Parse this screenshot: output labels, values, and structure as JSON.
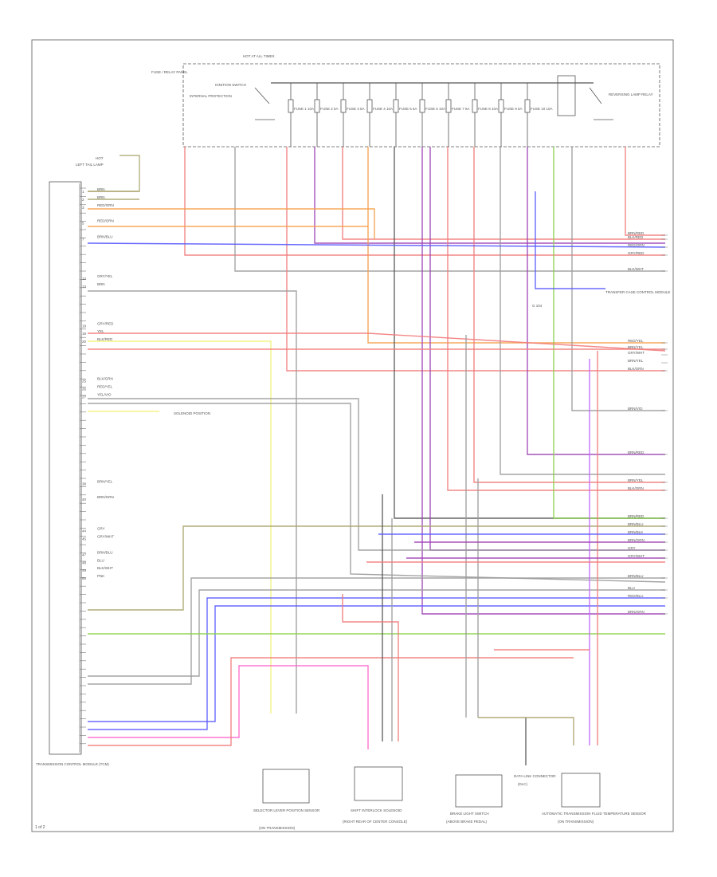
{
  "page": {
    "number": "1 of 2"
  },
  "fuse_block": {
    "title": "FUSE / RELAY PANEL",
    "header": "HOT AT ALL TIMES",
    "left_note": "INTERNAL PROTECTION",
    "relay_left": "IGNITION SWITCH",
    "relay_right": "REVERSING LAMP RELAY",
    "fuses": [
      "FUSE 1 10A",
      "FUSE 2 5A",
      "FUSE 3 5A",
      "FUSE 4 10A",
      "FUSE 5 5A",
      "FUSE 6 10A",
      "FUSE 7 5A",
      "FUSE 8 10A",
      "FUSE 9 5A",
      "FUSE 10 10A"
    ]
  },
  "lamp_connector": {
    "label": "LEFT TAIL LAMP",
    "sub": "HOT"
  },
  "module": {
    "label": "TRANSMISSION CONTROL MODULE (TCM)",
    "pin_count": 48
  },
  "left_wires": [
    {
      "pin": "1",
      "color": "BRN"
    },
    {
      "pin": "2",
      "color": "BRN"
    },
    {
      "pin": "3",
      "color": "RED/ORN"
    },
    {
      "pin": "5",
      "color": "RED/ORN"
    },
    {
      "pin": "7",
      "color": "BRN/BLU"
    },
    {
      "pin": "12",
      "color": "GRY/YEL"
    },
    {
      "pin": "13",
      "color": "BRN"
    },
    {
      "pin": "18",
      "color": "GRY/RED"
    },
    {
      "pin": "19",
      "color": "YEL"
    },
    {
      "pin": "20",
      "color": "BLK/RED"
    },
    {
      "pin": "25",
      "color": "BLK/GRN"
    },
    {
      "pin": "26",
      "color": "RED/YEL"
    },
    {
      "pin": "27",
      "color": "YEL/VIO"
    },
    {
      "pin": "38",
      "color": "BRN/YEL"
    },
    {
      "pin": "40",
      "color": "BRN/GRN"
    },
    {
      "pin": "44",
      "color": "GRY"
    },
    {
      "pin": "45",
      "color": "GRY/WHT"
    },
    {
      "pin": "47",
      "color": "BRN/BLU"
    },
    {
      "pin": "48",
      "color": "BLU"
    },
    {
      "pin": "49",
      "color": "BLK/WHT"
    },
    {
      "pin": "50",
      "color": "PNK"
    }
  ],
  "sensor_label": "SOLENOID POSITION",
  "right_wires": [
    {
      "color": "BRN/RED"
    },
    {
      "color": "BLK/RED"
    },
    {
      "color": "RED/ORN"
    },
    {
      "color": "GRY/RED"
    },
    {
      "color": "BLK/WHT"
    },
    {
      "color": "RED/YEL"
    },
    {
      "color": "BRN/YEL"
    },
    {
      "color": "GRY/WHT"
    },
    {
      "color": "BRN/YEL"
    },
    {
      "color": "BLK/GRN"
    },
    {
      "color": "BRN/VIO"
    },
    {
      "color": "BRN/RED"
    },
    {
      "color": "BRN/YEL"
    },
    {
      "color": "BLK/GRN"
    },
    {
      "color": "BRN/RED"
    },
    {
      "color": "BRN/BLU"
    },
    {
      "color": "BRN/BLK"
    },
    {
      "color": "BRN/GRN"
    },
    {
      "color": "GRY"
    },
    {
      "color": "GRY/WHT"
    },
    {
      "color": "BRN/BLU"
    },
    {
      "color": "BLU"
    },
    {
      "color": "RED/BLU"
    },
    {
      "color": "BRN/GRN"
    }
  ],
  "right_callout": "TRANSFER CASE CONTROL MODULE",
  "ground_note": "G 104",
  "components": [
    {
      "name": "SELECTOR LEVER POSITION SENSOR",
      "sub": "(ON TRANSMISSION)"
    },
    {
      "name": "SHIFT INTERLOCK SOLENOID",
      "sub": "(RIGHT REAR OF CENTER CONSOLE)"
    },
    {
      "name": "BRAKE LIGHT SWITCH",
      "sub": "(ABOVE BRAKE PEDAL)"
    },
    {
      "name": "DATA LINK CONNECTOR",
      "sub": "(DLC)"
    },
    {
      "name": "AUTOMATIC TRANSMISSION FLUID TEMPERATURE SENSOR",
      "sub": "(ON TRANSMISSION)"
    }
  ],
  "colors": {
    "red": "#f27a7a",
    "pink": "#ff66cc",
    "orange": "#f5a04a",
    "yellow": "#f2f27a",
    "purple": "#9b3fb5",
    "blue": "#5a5aff",
    "green": "#8ad04a",
    "olive": "#a7a36a",
    "gray": "#9a9a9a",
    "dark": "#555555",
    "violet": "#c066ff"
  }
}
